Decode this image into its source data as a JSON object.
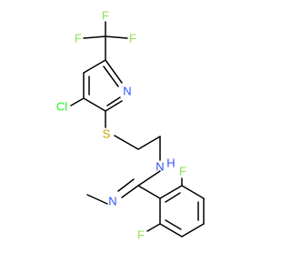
{
  "diagram_type": "chemical-structure",
  "atom_labels": {
    "f_top_left": "F",
    "f_top_center": "F",
    "f_top_right": "F",
    "cl": "Cl",
    "n_pyridine": "N",
    "s": "S",
    "nh": "H",
    "n_amine": "N",
    "n_imine": "N",
    "f_aryl_top": "F",
    "f_aryl_bottom": "F"
  },
  "colors": {
    "bond": "#000000",
    "fluorine": "#90e050",
    "chlorine": "#1ff01f",
    "nitrogen": "#3050f8",
    "sulfur": "#c9a600"
  }
}
